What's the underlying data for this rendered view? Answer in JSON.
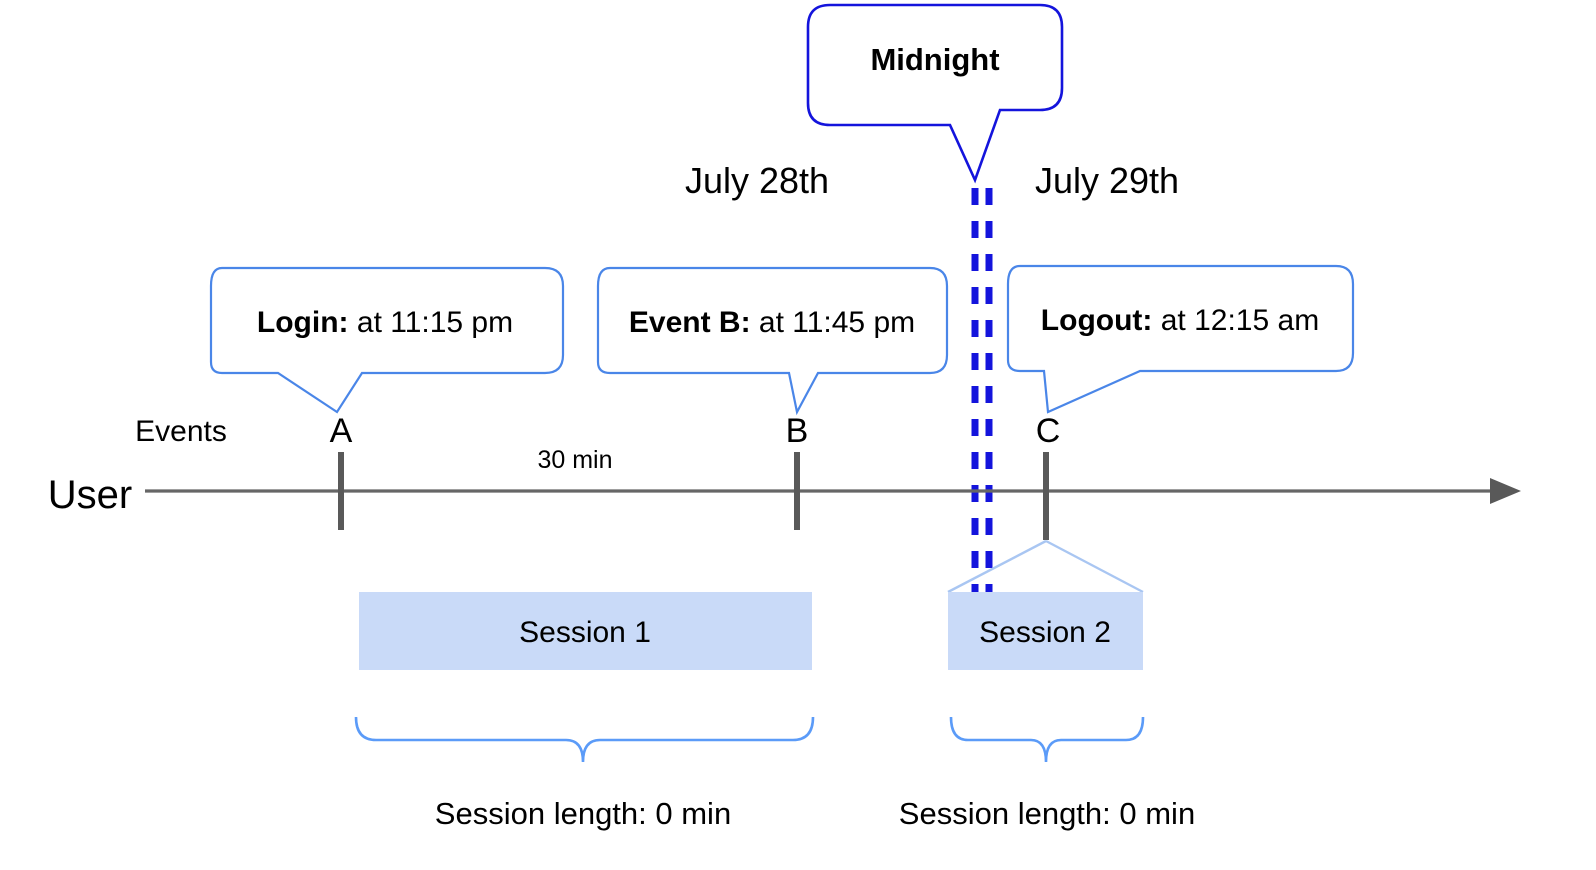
{
  "diagram": {
    "title_callout": {
      "label": "Midnight",
      "border_color": "#1414dc",
      "text_color": "#000000"
    },
    "dates": [
      {
        "label": "July 28th"
      },
      {
        "label": "July 29th"
      }
    ],
    "lane_labels": {
      "events": "Events",
      "user": "User"
    },
    "event_callouts": [
      {
        "id": "A",
        "bold": "Login:",
        "rest": " at 11:15 pm",
        "border_color": "#4a86e8"
      },
      {
        "id": "B",
        "bold": "Event B:",
        "rest": " at 11:45 pm",
        "border_color": "#4a86e8"
      },
      {
        "id": "C",
        "bold": "Logout:",
        "rest": " at 12:15 am",
        "border_color": "#4a86e8"
      }
    ],
    "ticks": [
      {
        "label": "A"
      },
      {
        "label": "B"
      },
      {
        "label": "C"
      }
    ],
    "durations": [
      {
        "label": "30 min"
      }
    ],
    "sessions": [
      {
        "label": "Session 1",
        "fill": "#c9daf8"
      },
      {
        "label": "Session 2",
        "fill": "#c9daf8"
      }
    ],
    "brace_labels": [
      {
        "label": "Session length: 0 min"
      },
      {
        "label": "Session length: 0 min"
      }
    ],
    "colors": {
      "axis": "#666666",
      "tick": "#595959",
      "midnight_dash": "#1414dc",
      "callout_border": "#4a86e8",
      "session_fill": "#c9daf8",
      "brace": "#5b9bf8",
      "background": "#ffffff"
    }
  }
}
